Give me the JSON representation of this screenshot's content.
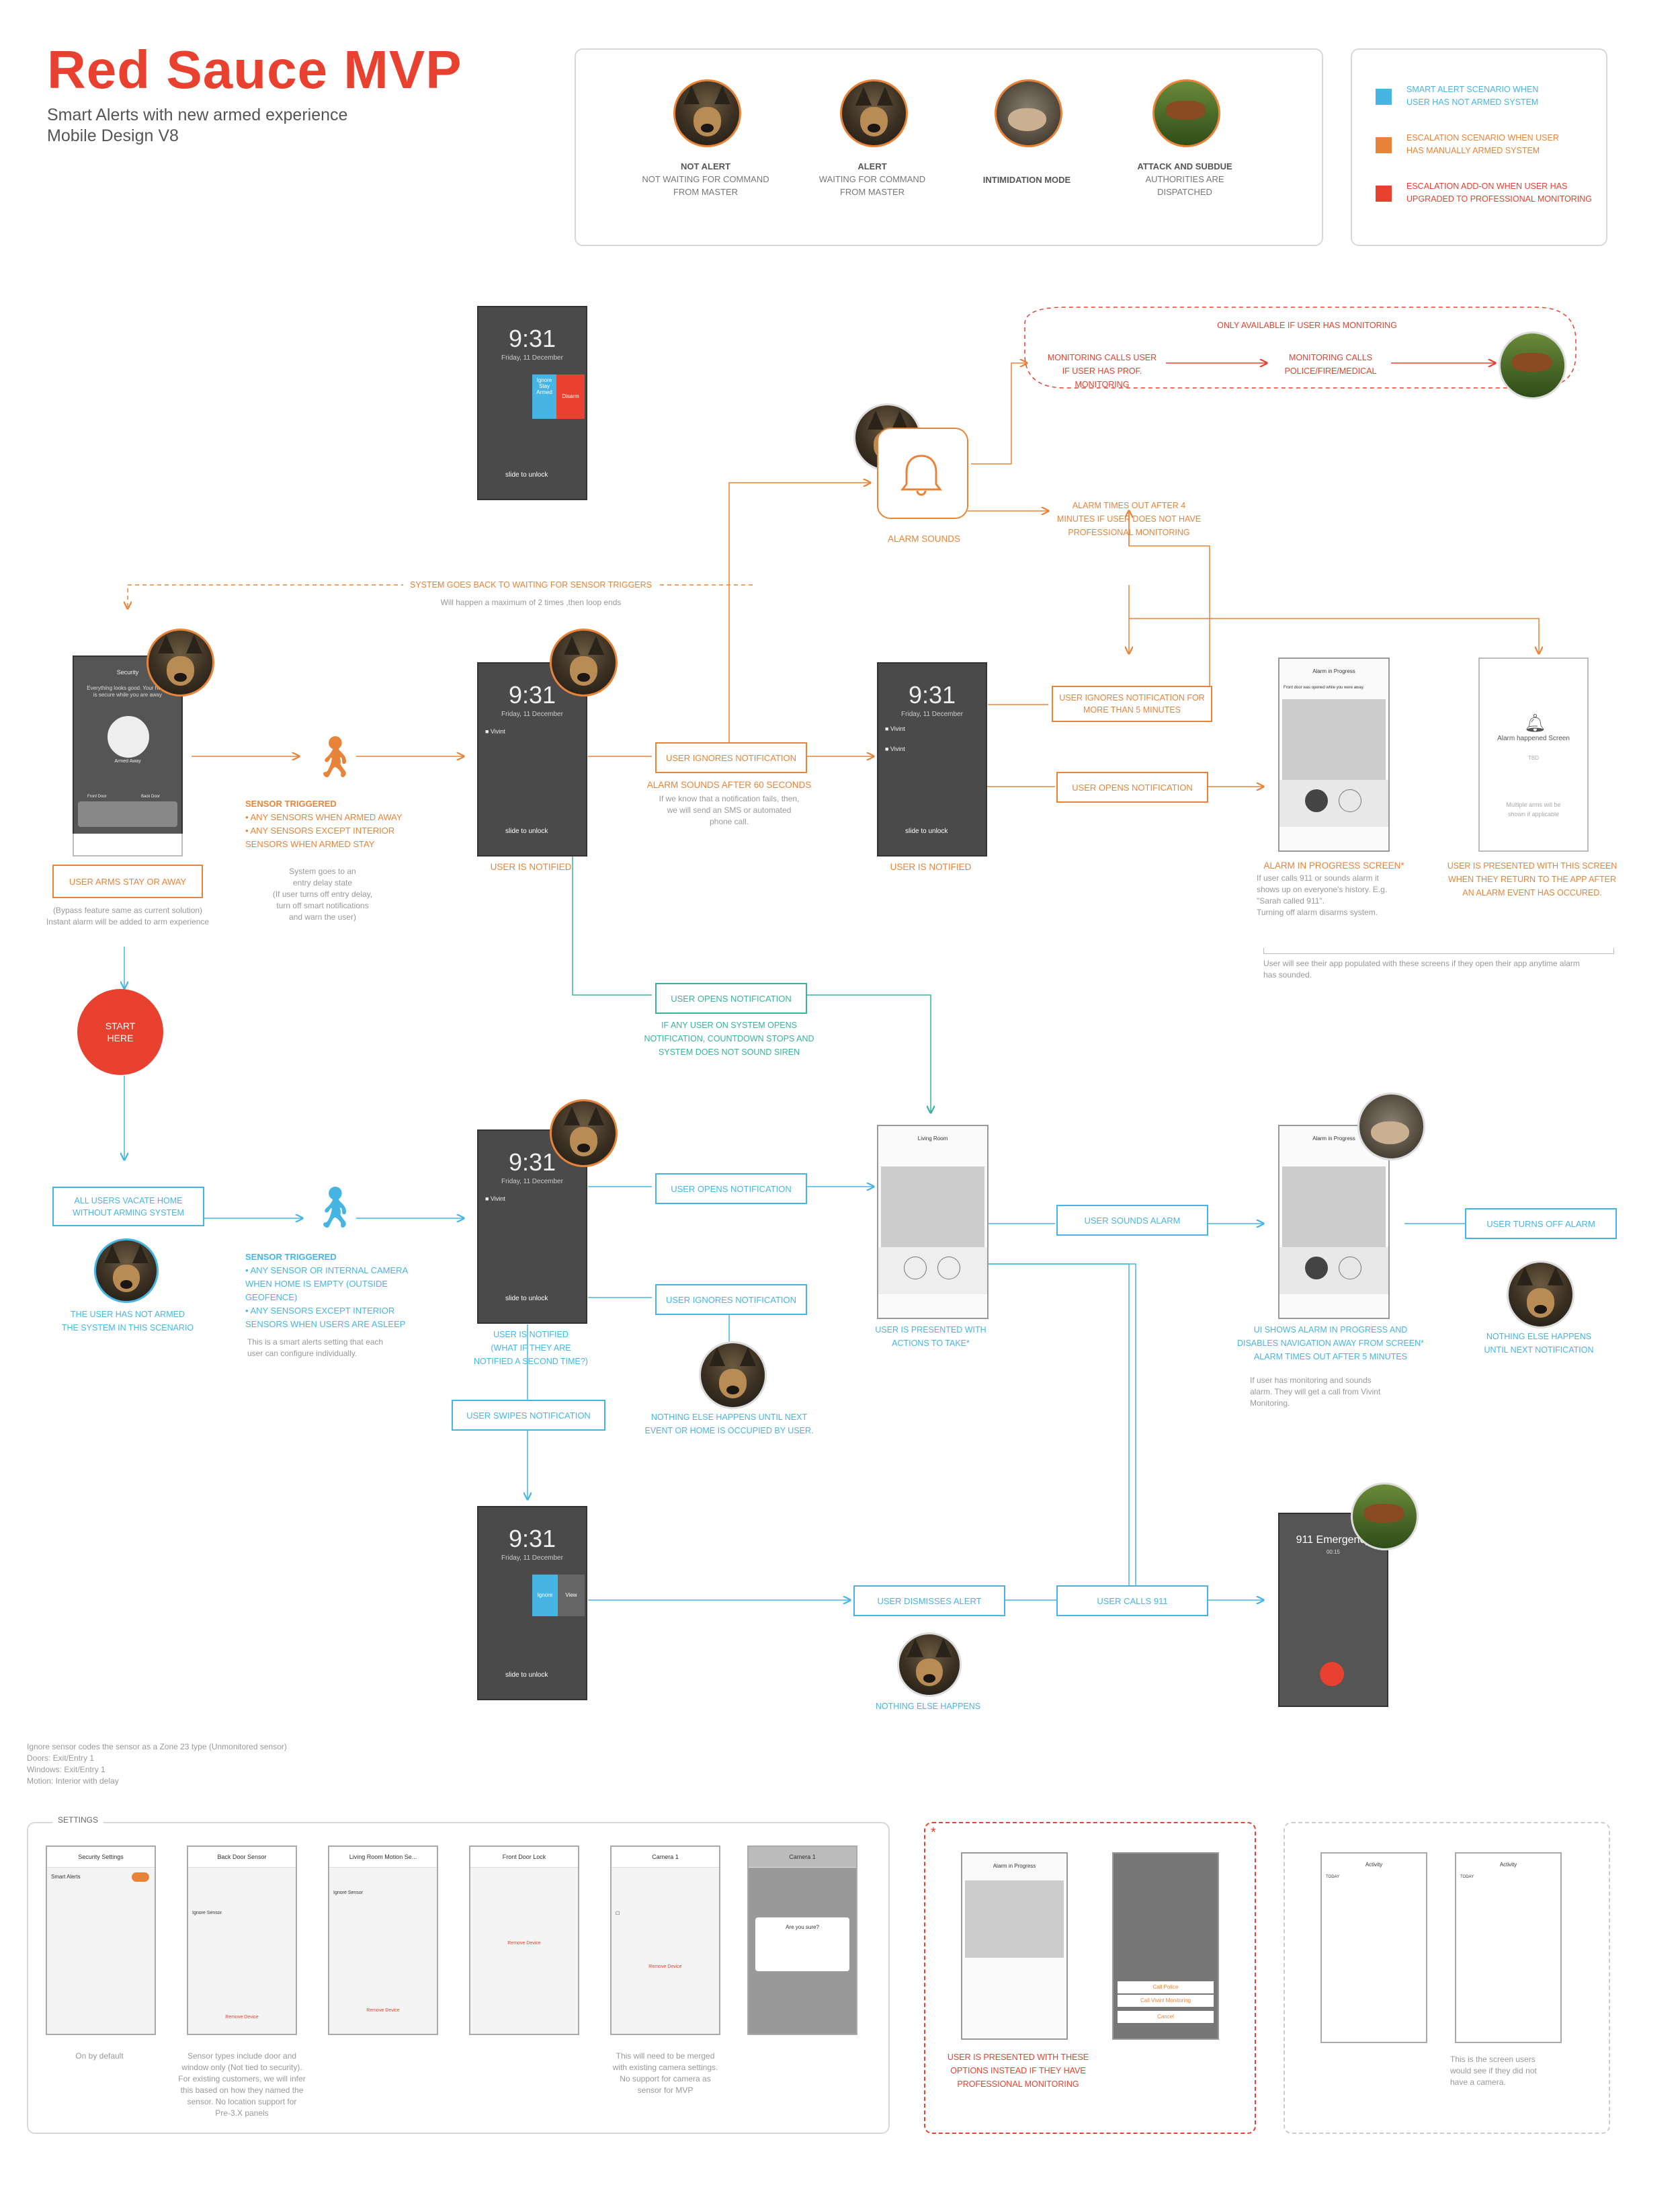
{
  "header": {
    "title": "Red Sauce MVP",
    "subtitle_line1": "Smart Alerts with new armed experience",
    "subtitle_line2": "Mobile Design V8"
  },
  "legend_dogs": [
    {
      "title": "NOT ALERT",
      "line1": "NOT WAITING FOR COMMAND",
      "line2": "FROM MASTER"
    },
    {
      "title": "ALERT",
      "line1": "WAITING FOR COMMAND",
      "line2": "FROM MASTER"
    },
    {
      "title": "INTIMIDATION MODE",
      "line1": "",
      "line2": ""
    },
    {
      "title": "ATTACK AND SUBDUE",
      "line1": "AUTHORITIES ARE",
      "line2": "DISPATCHED"
    }
  ],
  "legend_colors": [
    {
      "color": "#47b5e3",
      "line1": "SMART ALERT SCENARIO WHEN",
      "line2": "USER HAS NOT ARMED SYSTEM"
    },
    {
      "color": "#e8843a",
      "line1": "ESCALATION SCENARIO WHEN USER",
      "line2": "HAS MANUALLY ARMED SYSTEM"
    },
    {
      "color": "#e8412f",
      "line1": "ESCALATION ADD-ON WHEN USER HAS",
      "line2": "UPGRADED TO PROFESSIONAL MONITORING"
    }
  ],
  "top": {
    "only_available": "ONLY AVAILABLE IF USER HAS MONITORING",
    "monitoring_calls_user_1": "MONITORING CALLS USER",
    "monitoring_calls_user_2": "IF USER HAS PROF. MONITORING",
    "monitoring_calls_police_1": "MONITORING CALLS",
    "monitoring_calls_police_2": "POLICE/FIRE/MEDICAL",
    "alarm_sounds": "ALARM SOUNDS",
    "alarm_times_out_1": "ALARM TIMES OUT AFTER 4",
    "alarm_times_out_2": "MINUTES IF USER DOES NOT HAVE",
    "alarm_times_out_3": "PROFESSIONAL MONITORING",
    "system_back": "SYSTEM GOES BACK TO WAITING FOR SENSOR TRIGGERS",
    "max_times": "Will happen a maximum of 2 times ,then loop ends"
  },
  "phones": {
    "time": "9:31",
    "date": "Friday, 11 December",
    "slide": "slide to unlock",
    "disarm": "Disarm",
    "ignore_armed": "Ignore Stay Armed",
    "ignore": "Ignore",
    "view": "View"
  },
  "armed": {
    "security": "Security",
    "all_good_1": "Everything looks good. Your home",
    "all_good_2": "is secure while you are away",
    "armed_away": "Armed Away",
    "front_door": "Front Door",
    "back_door": "Back Door",
    "pill": "USER ARMS STAY OR AWAY",
    "bypass_1": "(Bypass feature same as current solution)",
    "bypass_2": "Instant alarm will be added to arm experience"
  },
  "sensor1": {
    "title": "SENSOR TRIGGERED",
    "l1": "• ANY SENSORS WHEN ARMED AWAY",
    "l2": "• ANY SENSORS EXCEPT INTERIOR",
    "l3": "SENSORS WHEN ARMED STAY",
    "n1": "System goes to an",
    "n2": "entry delay state",
    "n3": "(If user turns off entry delay,",
    "n4": "turn off smart notifications",
    "n5": "and warn the user)"
  },
  "row1": {
    "user_notified": "USER IS NOTIFIED",
    "ignores": "USER IGNORES NOTIFICATION",
    "alarm60": "ALARM SOUNDS AFTER 60 SECONDS",
    "alarm60_n1": "If we know that a notification fails, then,",
    "alarm60_n2": "we will send an SMS or automated",
    "alarm60_n3": "phone call.",
    "user_notified2": "USER IS NOTIFIED",
    "ignores5_1": "USER IGNORES NOTIFICATION FOR",
    "ignores5_2": "MORE THAN 5 MINUTES",
    "opens": "USER OPENS NOTIFICATION",
    "aip_title": "ALARM IN PROGRESS SCREEN*",
    "aip_n1": "If user calls 911 or sounds alarm it",
    "aip_n2": "shows up on everyone's history. E.g.",
    "aip_n3": "\"Sarah called 911\".",
    "aip_n4": "Turning off alarm disarms system.",
    "happened_1": "USER IS PRESENTED WITH THIS SCREEN",
    "happened_2": "WHEN THEY RETURN TO THE APP AFTER",
    "happened_3": "AN ALARM EVENT HAS OCCURED.",
    "populated_1": "User will see their app populated with these screens if they open their app anytime alarm",
    "populated_2": "has sounded.",
    "alarm_happened": "Alarm happened Screen",
    "tbd": "TBD",
    "multiple_1": "Multiple arms will be",
    "multiple_2": "shown if applicable",
    "alarm_in_progress": "Alarm in Progress",
    "front_opened": "Front door was opened while you were away."
  },
  "mid": {
    "opens": "USER OPENS NOTIFICATION",
    "any_user_1": "IF ANY USER ON SYSTEM OPENS",
    "any_user_2": "NOTIFICATION, COUNTDOWN STOPS AND",
    "any_user_3": "SYSTEM DOES NOT SOUND SIREN",
    "start": "START HERE"
  },
  "row2": {
    "vacate_1": "ALL USERS VACATE HOME",
    "vacate_2": "WITHOUT ARMING SYSTEM",
    "not_armed_1": "THE USER HAS NOT ARMED",
    "not_armed_2": "THE SYSTEM IN THIS SCENARIO",
    "sensor_title": "SENSOR TRIGGERED",
    "s1": "• ANY SENSOR OR INTERNAL CAMERA",
    "s2": "WHEN HOME IS EMPTY (OUTSIDE",
    "s3": "GEOFENCE)",
    "s4": "• ANY SENSORS EXCEPT INTERIOR",
    "s5": "SENSORS WHEN USERS ARE ASLEEP",
    "s6": "This is a smart alerts setting that each",
    "s7": "user can configure individually.",
    "notified_1": "USER IS NOTIFIED",
    "notified_2": "(WHAT IF THEY ARE",
    "notified_3": "NOTIFIED A SECOND TIME?)",
    "opens": "USER OPENS NOTIFICATION",
    "ignores": "USER IGNORES NOTIFICATION",
    "nothing_1": "NOTHING ELSE HAPPENS UNTIL NEXT",
    "nothing_2": "EVENT OR HOME IS OCCUPIED BY USER.",
    "swipes": "USER SWIPES NOTIFICATION",
    "presented_1": "USER IS PRESENTED WITH",
    "presented_2": "ACTIONS TO TAKE*",
    "living_room": "Living Room",
    "sounds_alarm": "USER SOUNDS ALARM",
    "ui_1": "UI SHOWS ALARM IN PROGRESS AND",
    "ui_2": "DISABLES NAVIGATION AWAY FROM SCREEN*",
    "ui_3": "ALARM TIMES OUT AFTER 5 MINUTES",
    "ui_n1": "If user has monitoring and sounds",
    "ui_n2": "alarm. They will get a call from Vivint",
    "ui_n3": "Monitoring.",
    "turns_off": "USER TURNS OFF ALARM",
    "nothing_next_1": "NOTHING ELSE HAPPENS",
    "nothing_next_2": "UNTIL NEXT NOTIFICATION",
    "dismisses": "USER DISMISSES ALERT",
    "nothing_else": "NOTHING ELSE HAPPENS",
    "calls911": "USER CALLS 911",
    "emergency": "911 Emergency",
    "emergency_time": "00:15"
  },
  "notes": {
    "n1": "Ignore sensor codes the sensor as a Zone 23 type (Unmonitored sensor)",
    "n2": "Doors: Exit/Entry 1",
    "n3": "Windows: Exit/Entry 1",
    "n4": "Motion: Interior with delay"
  },
  "settings": {
    "label": "SETTINGS",
    "screens": [
      "Security Settings",
      "Back Door Sensor",
      "Living Room Motion Se...",
      "Front Door Lock",
      "Camera 1",
      "Camera 1"
    ],
    "smart_alerts": "Smart Alerts",
    "ignore_sensor": "Ignore Sensor",
    "remove_device": "Remove Device",
    "are_you_sure": "Are you sure?",
    "cap1": "On by default",
    "cap2_1": "Sensor types include door and",
    "cap2_2": "window only (Not tied to security).",
    "cap2_3": "For existing customers, we will infer",
    "cap2_4": "this based on how they named the",
    "cap2_5": "sensor. No location support for",
    "cap2_6": "Pre-3.X panels",
    "cap3_1": "This will need to be merged",
    "cap3_2": "with existing camera settings.",
    "cap3_3": "No support for camera as",
    "cap3_4": "sensor for MVP"
  },
  "prof": {
    "star": "*",
    "cap_1": "USER IS PRESENTED WITH THESE",
    "cap_2": "OPTIONS INSTEAD IF THEY HAVE",
    "cap_3": "PROFESSIONAL MONITORING",
    "call_police": "Call Police",
    "call_vivint": "Call Vivint Monitoring",
    "cancel": "Cancel"
  },
  "activity": {
    "title": "Activity",
    "today": "TODAY",
    "cap_1": "This is the screen users",
    "cap_2": "would see if they did not",
    "cap_3": "have a camera."
  }
}
